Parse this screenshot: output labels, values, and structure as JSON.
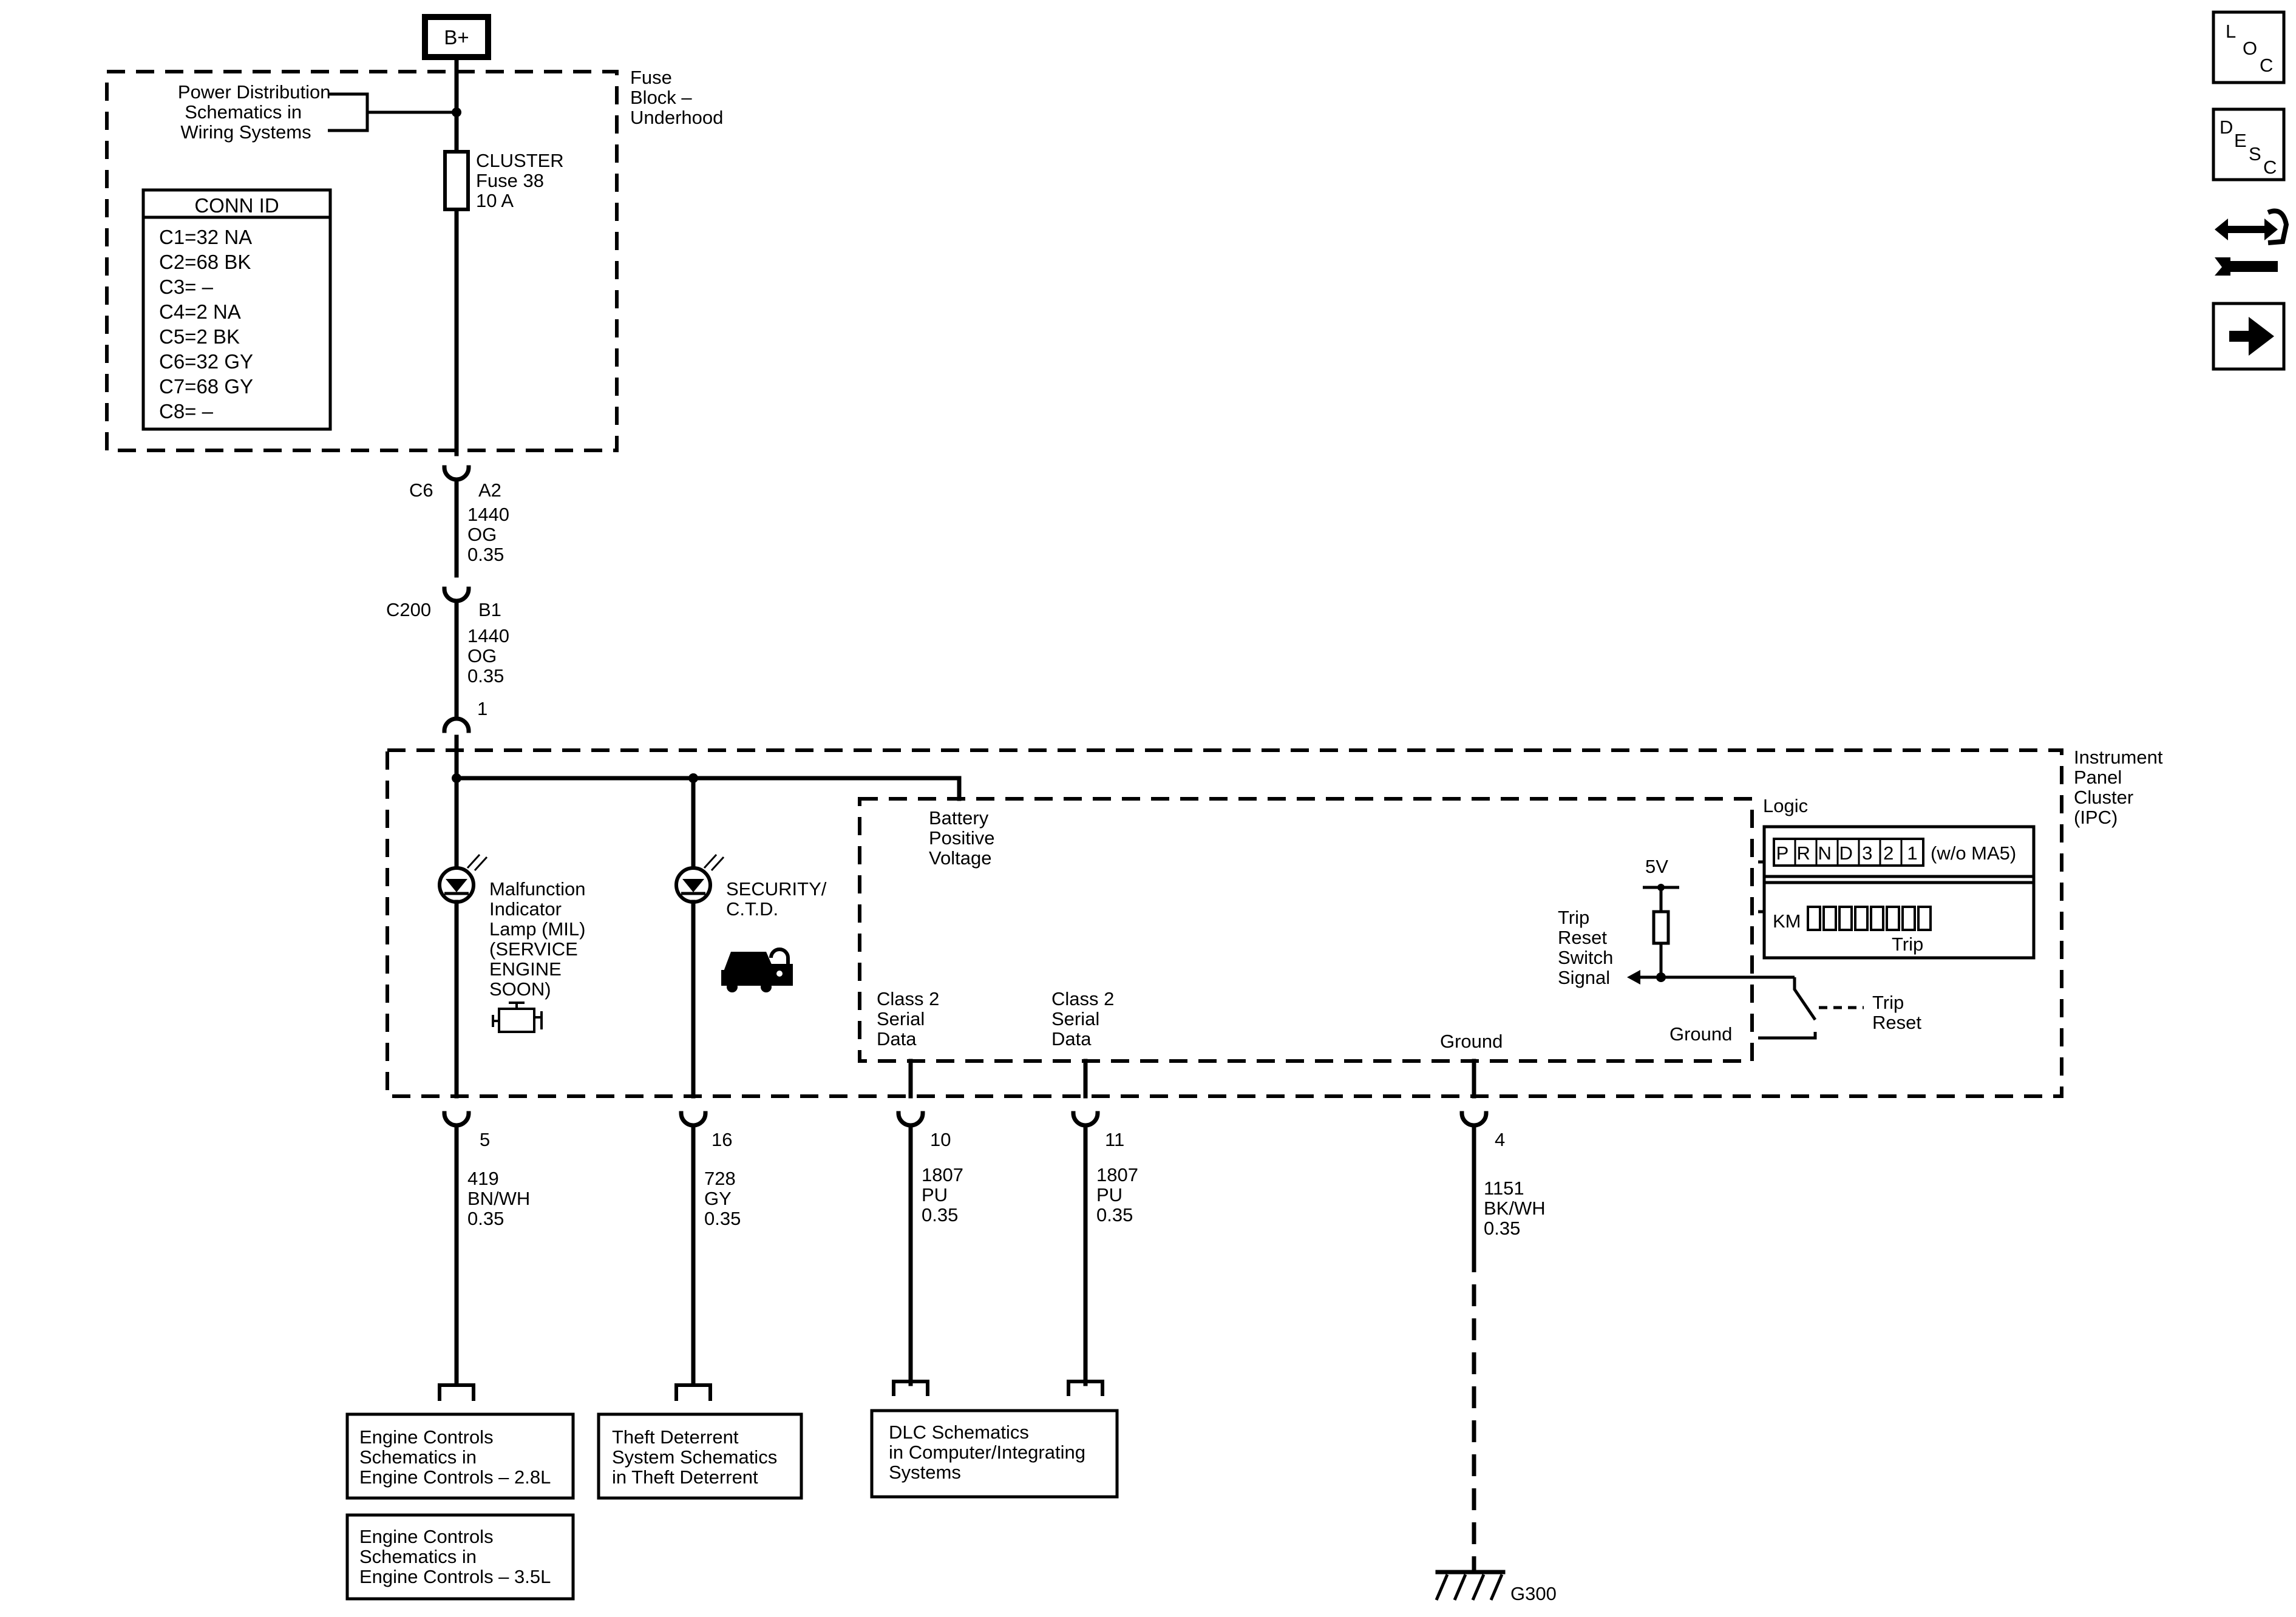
{
  "battery": "B+",
  "fuse_block": {
    "label": [
      "Fuse",
      "Block –",
      "Underhood"
    ],
    "power_dist": [
      "Power Distribution",
      "Schematics in",
      "Wiring Systems"
    ],
    "fuse": [
      "CLUSTER",
      "Fuse 38",
      "10 A"
    ]
  },
  "conn_id": {
    "title": "CONN ID",
    "rows": [
      "C1=32 NA",
      "C2=68 BK",
      "C3= –",
      "C4=2 NA",
      "C5=2 BK",
      "C6=32 GY",
      "C7=68 GY",
      "C8= –"
    ]
  },
  "connectors": {
    "c6": "C6",
    "a2": "A2",
    "c200": "C200",
    "b1": "B1",
    "ipc_1": "1",
    "p5": "5",
    "p16": "16",
    "p10": "10",
    "p11": "11",
    "p4": "4"
  },
  "wires": {
    "w1": [
      "1440",
      "OG",
      "0.35"
    ],
    "w2": [
      "1440",
      "OG",
      "0.35"
    ],
    "w5": [
      "419",
      "BN/WH",
      "0.35"
    ],
    "w16": [
      "728",
      "GY",
      "0.35"
    ],
    "w10": [
      "1807",
      "PU",
      "0.35"
    ],
    "w11": [
      "1807",
      "PU",
      "0.35"
    ],
    "w4": [
      "1151",
      "BK/WH",
      "0.35"
    ]
  },
  "ipc": {
    "label": [
      "Instrument",
      "Panel",
      "Cluster",
      "(IPC)"
    ],
    "mil": [
      "Malfunction",
      "Indicator",
      "Lamp (MIL)",
      "(SERVICE",
      "ENGINE",
      "SOON)"
    ],
    "security": [
      "SECURITY/",
      "C.T.D."
    ],
    "logic": "Logic",
    "battery_positive": [
      "Battery",
      "Positive",
      "Voltage"
    ],
    "class2_a": [
      "Class 2",
      "Serial",
      "Data"
    ],
    "class2_b": [
      "Class 2",
      "Serial",
      "Data"
    ],
    "ground_inner": "Ground",
    "ground_right": "Ground",
    "v5": "5V",
    "trip_signal": [
      "Trip",
      "Reset",
      "Switch",
      "Signal"
    ],
    "trip_reset": [
      "Trip",
      "Reset"
    ],
    "prnd": [
      "P",
      "R",
      "N",
      "D",
      "3",
      "2",
      "1"
    ],
    "wo_ma5": "(w/o MA5)",
    "km": "KM",
    "trip": "Trip"
  },
  "destinations": {
    "engine_28": [
      "Engine Controls",
      "Schematics in",
      "Engine Controls – 2.8L"
    ],
    "engine_35": [
      "Engine Controls",
      "Schematics in",
      "Engine Controls – 3.5L"
    ],
    "theft": [
      "Theft Deterrent",
      "System Schematics",
      "in Theft Deterrent"
    ],
    "dlc": [
      "DLC Schematics",
      "in Computer/Integrating",
      "Systems"
    ]
  },
  "ground_point": "G300",
  "nav": {
    "loc": [
      "L",
      "O",
      "C"
    ],
    "desc": [
      "D",
      "E",
      "S",
      "C"
    ]
  }
}
